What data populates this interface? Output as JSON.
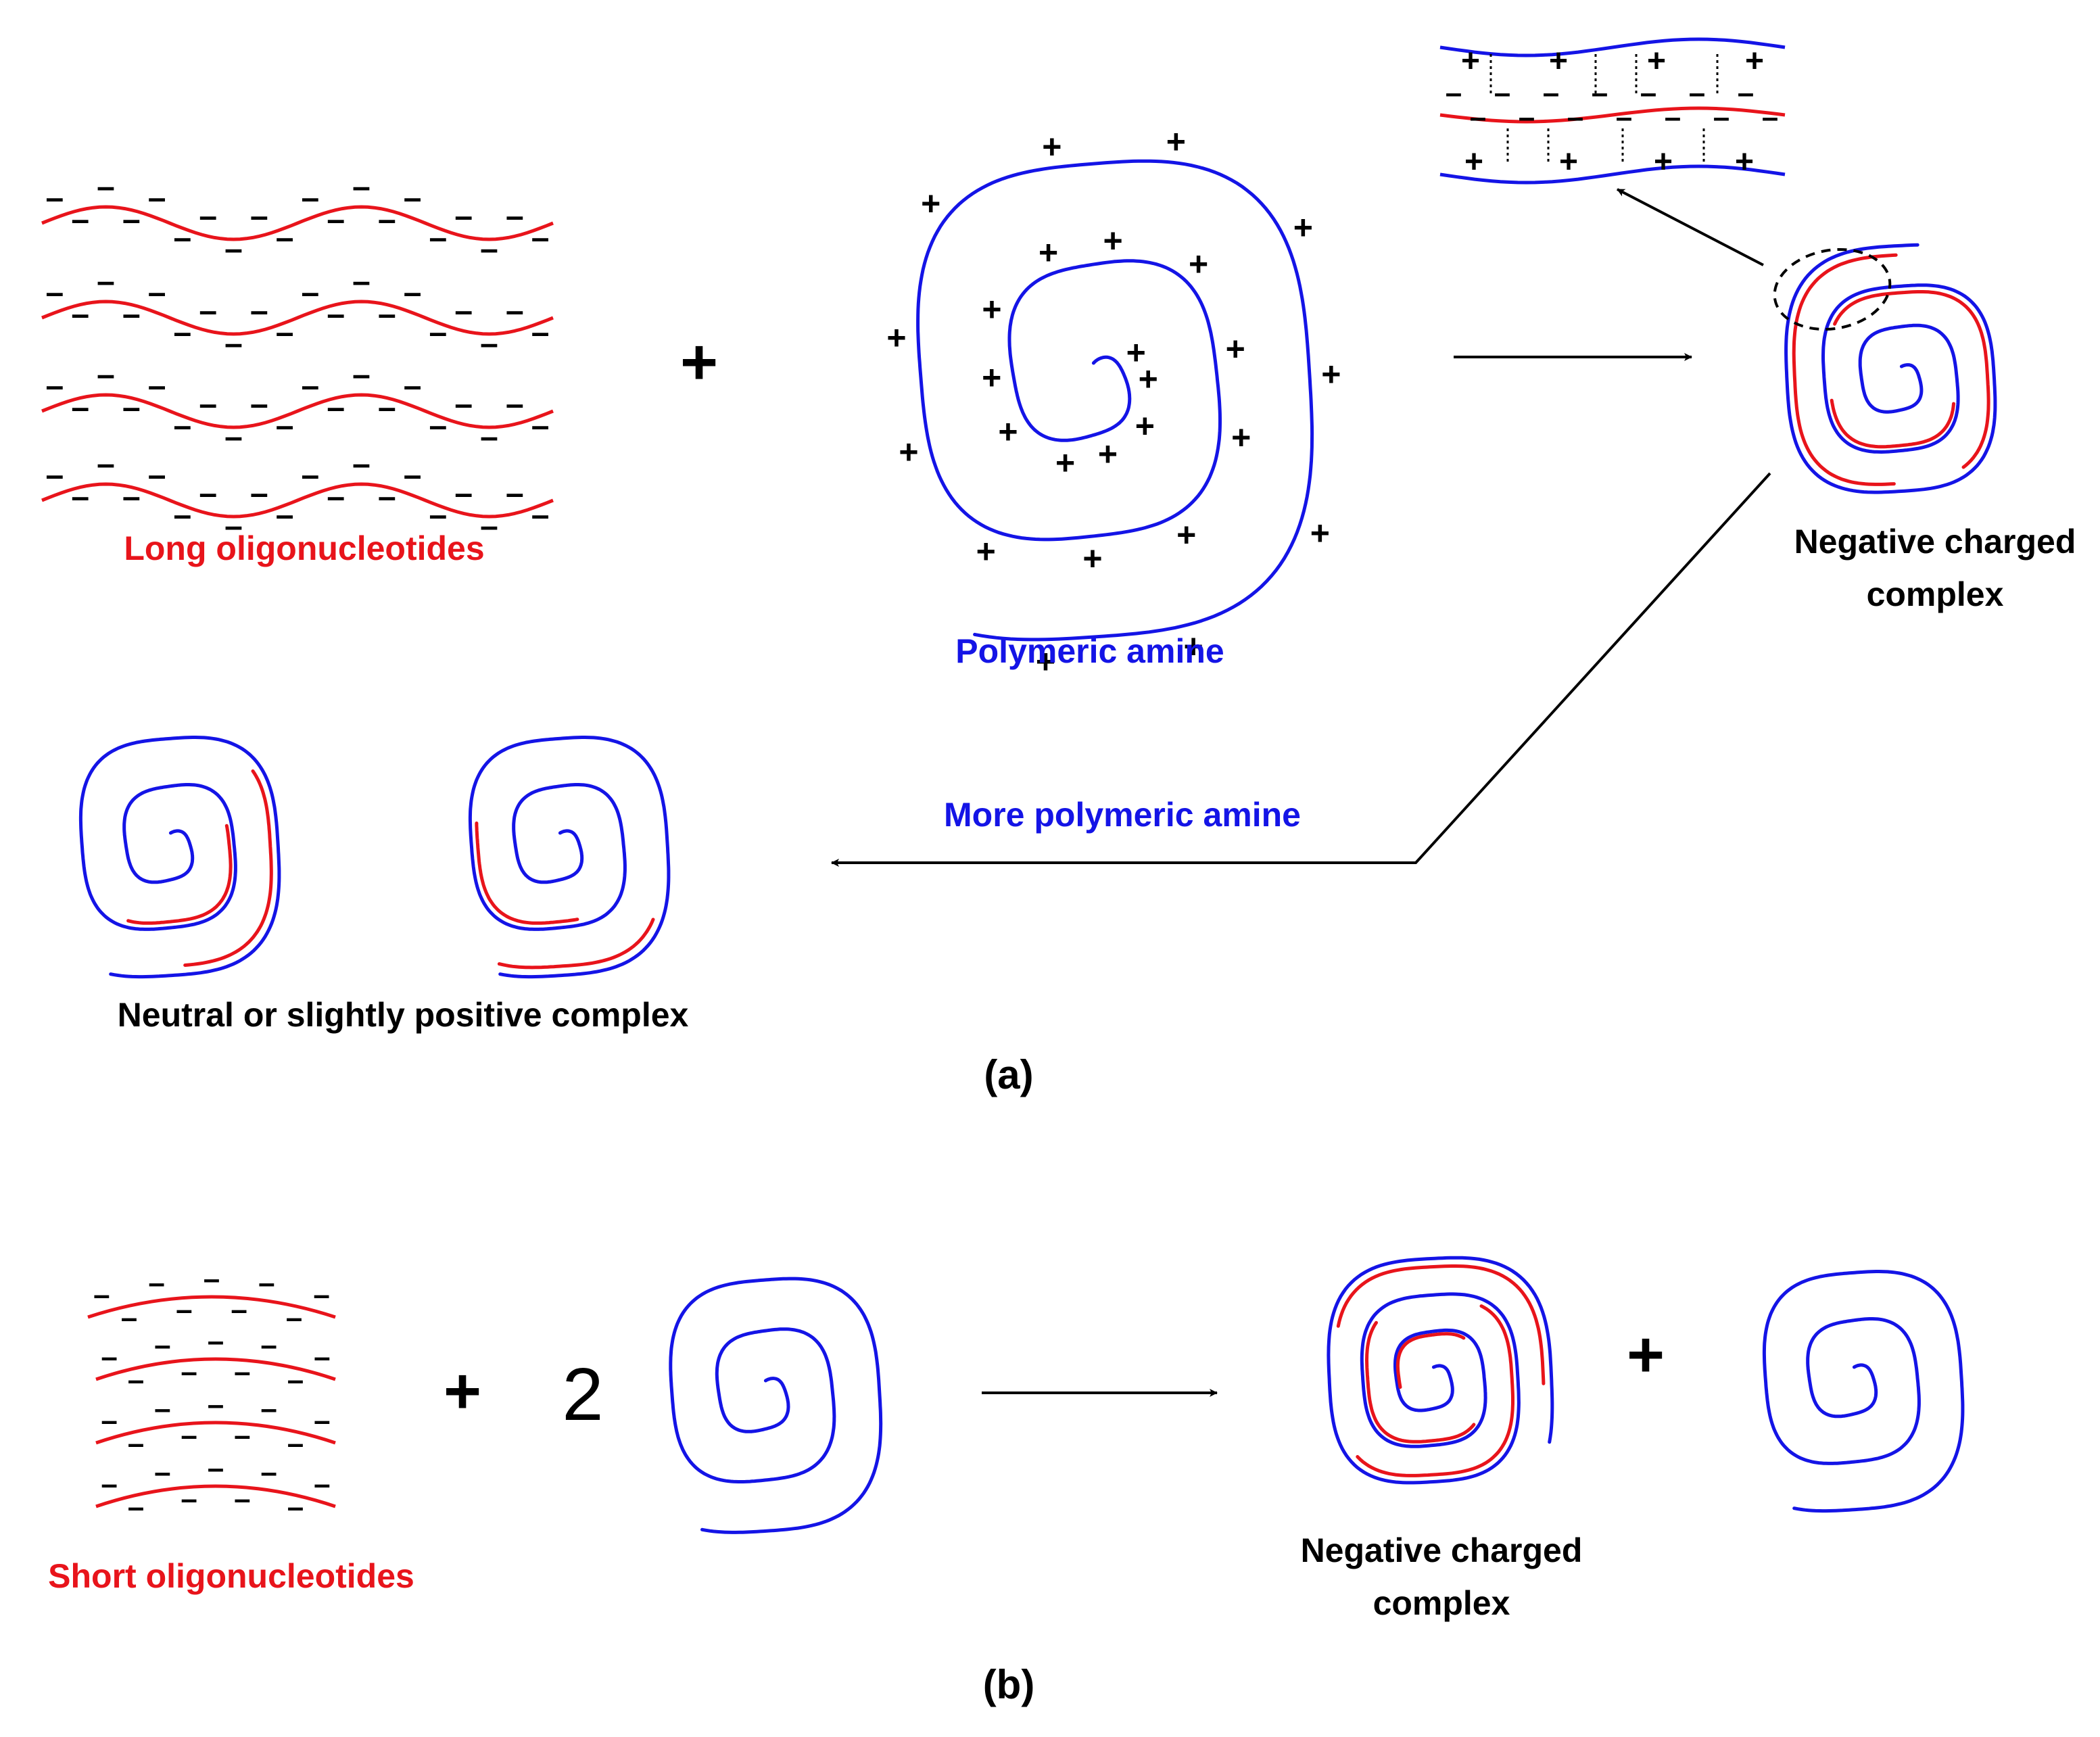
{
  "colors": {
    "oligo": "#e8141b",
    "amine": "#1414e6",
    "text": "#000000"
  },
  "part_a": {
    "oligo_label": "Long oligonucleotides",
    "amine_label": "Polymeric amine",
    "plus": "+",
    "negative_complex_label_1": "Negative charged",
    "negative_complex_label_2": "complex",
    "more_amine_label": "More polymeric amine",
    "neutral_label": "Neutral or slightly positive complex",
    "panel_label": "(a)"
  },
  "part_b": {
    "oligo_label": "Short oligonucleotides",
    "plus": "+",
    "coefficient": "2",
    "negative_complex_label_1": "Negative charged",
    "negative_complex_label_2": "complex",
    "plus_2": "+",
    "panel_label": "(b)"
  },
  "glyphs": {
    "minus": "–",
    "plus": "+"
  }
}
